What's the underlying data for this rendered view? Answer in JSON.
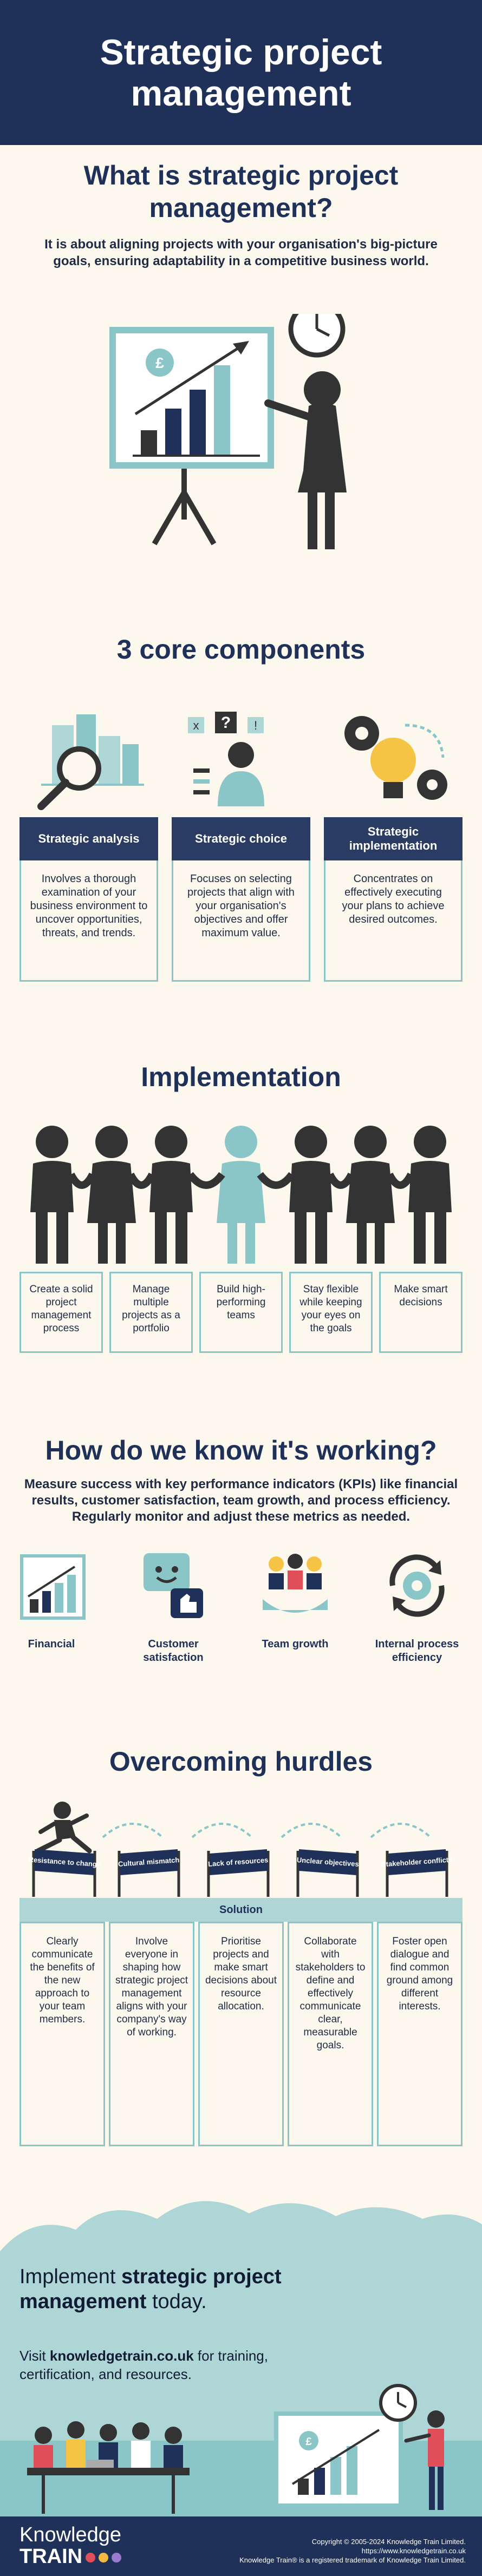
{
  "header": {
    "title": "Strategic project management"
  },
  "what": {
    "heading": "What is strategic project management?",
    "description": "It is about aligning projects with your organisation's big-picture goals, ensuring adaptability in a competitive business world."
  },
  "core": {
    "heading": "3 core components",
    "items": [
      {
        "title": "Strategic analysis",
        "body": "Involves a thorough examination of your business environment to uncover opportunities, threats, and trends."
      },
      {
        "title": "Strategic choice",
        "body": "Focuses on selecting projects that align with your organisation's objectives and offer maximum value."
      },
      {
        "title": "Strategic implementation",
        "body": "Concentrates on effectively executing your plans to achieve desired outcomes."
      }
    ]
  },
  "implementation": {
    "heading": "Implementation",
    "items": [
      "Create a solid project management process",
      "Manage multiple projects as a portfolio",
      "Build high-performing teams",
      "Stay flexible while keeping your eyes on the goals",
      "Make smart decisions"
    ]
  },
  "kpi": {
    "heading": "How do we know it's working?",
    "description": "Measure success with key performance indicators (KPIs) like financial results, customer satisfaction, team growth, and process efficiency. Regularly monitor and adjust these metrics as needed.",
    "items": [
      "Financial",
      "Customer satisfaction",
      "Team growth",
      "Internal process efficiency"
    ]
  },
  "hurdles": {
    "heading": "Overcoming hurdles",
    "flags": [
      "Resistance to change",
      "Cultural mismatch",
      "Lack of resources",
      "Unclear objectives",
      "Stakeholder conflicts"
    ],
    "solution_label": "Solution",
    "solutions": [
      "Clearly communicate the benefits of the new approach to your team members.",
      "Involve everyone in shaping how strategic project management aligns with your company's way of working.",
      "Prioritise projects and make smart decisions about resource allocation.",
      "Collaborate with stakeholders to define and effectively communicate clear, measurable goals.",
      "Foster open dialogue and find common ground among different interests."
    ]
  },
  "cta": {
    "title_pre": "Implement ",
    "title_bold": "strategic project management",
    "title_post": " today.",
    "visit_pre": "Visit ",
    "visit_bold": "knowledgetrain.co.uk",
    "visit_post": " for training, certification, and resources."
  },
  "footer": {
    "logo_line1": "Knowledge",
    "logo_line2": "TRAIN",
    "copyright": "Copyright © 2005-2024 Knowledge Train Limited.",
    "url": "https://www.knowledgetrain.co.uk",
    "trademark": "Knowledge Train® is a registered trademark of Knowledge Train Limited."
  },
  "colors": {
    "navy": "#1f3158",
    "teal": "#8ac5c8",
    "cream": "#fcf8ee",
    "dark": "#333333",
    "yellow": "#f6c445",
    "dot_red": "#e04e5a",
    "dot_yellow": "#f5b942",
    "dot_purple": "#9a7bd0"
  },
  "icons": {
    "what": "presenter-chart-icon",
    "core": [
      "magnifier-city-icon",
      "person-question-icon",
      "gears-lightbulb-icon"
    ],
    "kpi": [
      "bar-chart-icon",
      "chat-thumbs-up-icon",
      "team-growth-icon",
      "process-gear-icon"
    ]
  }
}
